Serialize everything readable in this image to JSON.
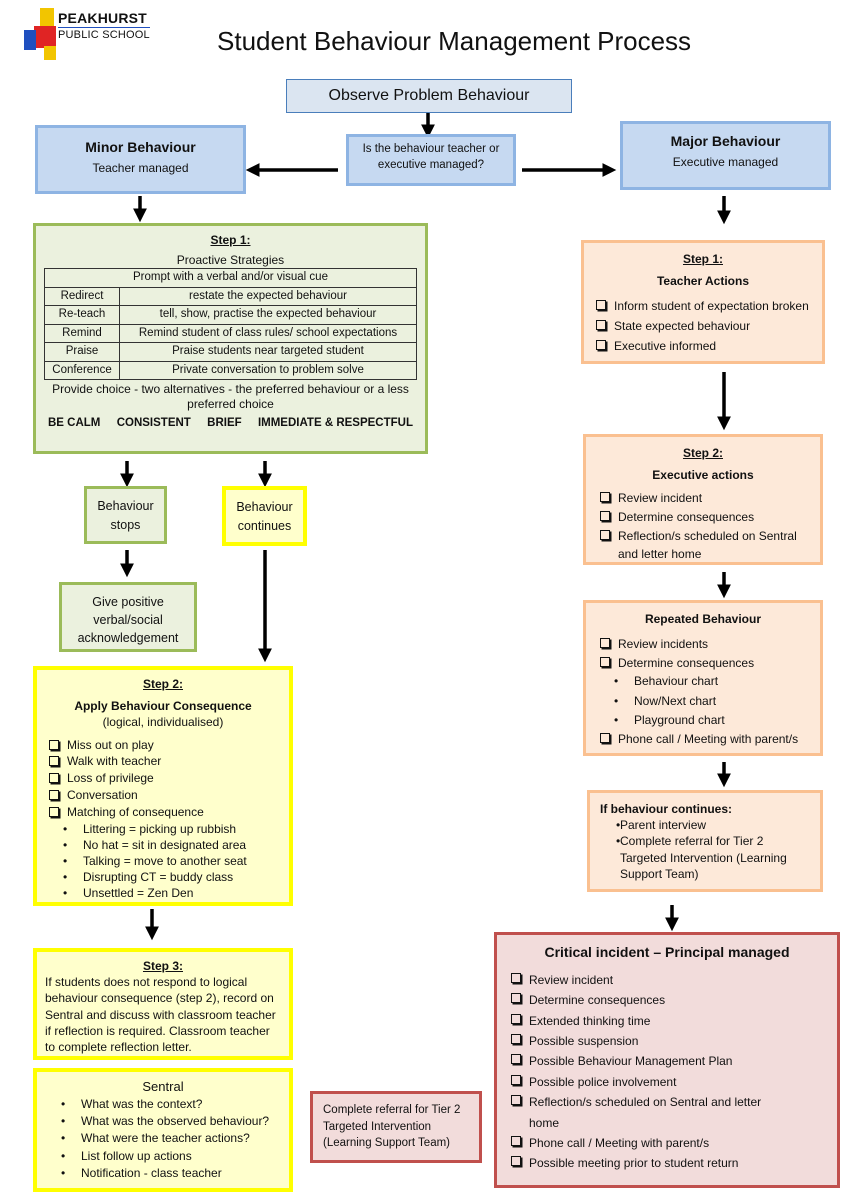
{
  "header": {
    "school_line1": "PEAKHURST",
    "school_line2": "PUBLIC SCHOOL",
    "title": "Student Behaviour Management Process"
  },
  "observe": "Observe Problem Behaviour",
  "question": "Is the behaviour teacher or executive managed?",
  "minor": {
    "title": "Minor Behaviour",
    "subtitle": "Teacher managed"
  },
  "major": {
    "title": "Major Behaviour",
    "subtitle": "Executive managed"
  },
  "minor_step1": {
    "heading": "Step 1:",
    "subheading": "Proactive Strategies",
    "prompt": "Prompt with a verbal and/or visual cue",
    "rows": [
      {
        "label": "Redirect",
        "text": "restate the expected behaviour"
      },
      {
        "label": "Re-teach",
        "text": "tell, show, practise the expected behaviour"
      },
      {
        "label": "Remind",
        "text": "Remind student of class rules/ school expectations"
      },
      {
        "label": "Praise",
        "text": "Praise students near targeted student"
      },
      {
        "label": "Conference",
        "text": "Private conversation to problem solve"
      }
    ],
    "choice": "Provide choice - two alternatives - the preferred behaviour or a less preferred choice",
    "values": [
      "BE CALM",
      "CONSISTENT",
      "BRIEF",
      "IMMEDIATE & RESPECTFUL"
    ]
  },
  "behaviour_stops": "Behaviour stops",
  "behaviour_continues": "Behaviour continues",
  "positive": "Give positive verbal/social acknowledgement",
  "minor_step2": {
    "heading": "Step 2:",
    "subheading": "Apply Behaviour Consequence",
    "note": "(logical, individualised)",
    "items": [
      "Miss out on play",
      "Walk with teacher",
      "Loss of privilege",
      "Conversation",
      "Matching of consequence"
    ],
    "examples": [
      "Littering = picking up rubbish",
      "No hat = sit in designated area",
      "Talking = move to another seat",
      "Disrupting CT = buddy class",
      "Unsettled = Zen Den"
    ]
  },
  "minor_step3": {
    "heading": "Step 3:",
    "text": "If students does not respond to logical behaviour consequence (step 2), record on Sentral and discuss with classroom teacher if reflection is required. Classroom teacher to complete reflection letter."
  },
  "sentral": {
    "title": "Sentral",
    "items": [
      "What was the context?",
      "What was the observed behaviour?",
      "What were the teacher actions?",
      "List follow up actions",
      "Notification - class teacher"
    ]
  },
  "referral": "Complete referral for Tier 2 Targeted Intervention (Learning Support Team)",
  "major_step1": {
    "heading": "Step 1:",
    "subheading": "Teacher Actions",
    "items": [
      "Inform student of expectation broken",
      "State expected behaviour",
      "Executive informed"
    ]
  },
  "major_step2": {
    "heading": "Step 2:",
    "subheading": "Executive actions",
    "items": [
      "Review incident",
      "Determine consequences",
      "Reflection/s scheduled on Sentral and letter home"
    ]
  },
  "repeated": {
    "title": "Repeated Behaviour",
    "items_a": [
      "Review incidents",
      "Determine consequences"
    ],
    "sub": [
      "Behaviour chart",
      "Now/Next chart",
      "Playground chart"
    ],
    "items_b": [
      "Phone call / Meeting with parent/s"
    ]
  },
  "continues": {
    "title": "If behaviour continues:",
    "items": [
      "Parent interview",
      "Complete referral for Tier 2 Targeted Intervention (Learning Support Team)"
    ]
  },
  "critical": {
    "title": "Critical incident – Principal managed",
    "items": [
      "Review incident",
      "Determine consequences",
      "Extended thinking time",
      "Possible suspension",
      "Possible Behaviour Management Plan",
      "Possible police involvement",
      "Reflection/s scheduled on Sentral and letter home",
      "Phone call / Meeting with parent/s",
      "Possible meeting prior to student return"
    ]
  }
}
